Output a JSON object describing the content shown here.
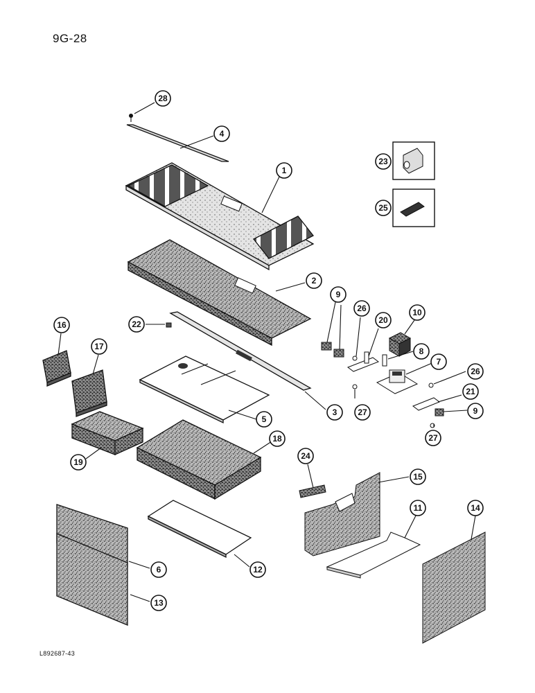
{
  "page_number": "9G-28",
  "footer_code": "L892687-43",
  "callouts": [
    "28",
    "4",
    "1",
    "2",
    "23",
    "25",
    "9",
    "26",
    "20",
    "10",
    "8",
    "7",
    "26",
    "21",
    "9",
    "27",
    "22",
    "3",
    "27",
    "5",
    "16",
    "17",
    "19",
    "18",
    "24",
    "15",
    "11",
    "14",
    "6",
    "12",
    "13"
  ],
  "colors": {
    "ink": "#111111",
    "speckle_fill": "#8a8a8a",
    "paper": "#ffffff"
  }
}
